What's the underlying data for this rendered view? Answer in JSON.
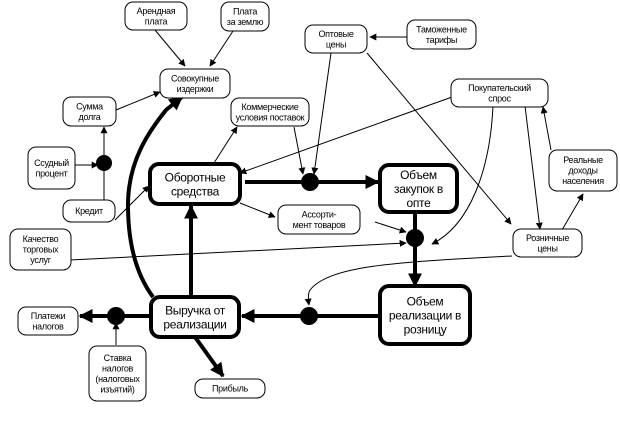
{
  "diagram": {
    "title": "",
    "colors": {
      "line": "#000000",
      "background": "#ffffff"
    },
    "nodes": {
      "arendnaya_plata": {
        "lines": [
          "Арендная",
          "плата"
        ],
        "kind": "small"
      },
      "plata_za_zemlyu": {
        "lines": [
          "Плата",
          "за землю"
        ],
        "kind": "small"
      },
      "sovokupnye_izderzhki": {
        "lines": [
          "Совокупные",
          "издержки"
        ],
        "kind": "small"
      },
      "optovye_tseny": {
        "lines": [
          "Оптовые",
          "цены"
        ],
        "kind": "small"
      },
      "tamozhennye_tarify": {
        "lines": [
          "Таможенные",
          "тарифы"
        ],
        "kind": "small"
      },
      "summa_dolga": {
        "lines": [
          "Сумма",
          "долга"
        ],
        "kind": "small"
      },
      "kommercheskie_usloviya": {
        "lines": [
          "Коммерческие",
          "условия поставок"
        ],
        "kind": "small"
      },
      "pokupatelskiy_spros": {
        "lines": [
          "Покупательский",
          "спрос"
        ],
        "kind": "small"
      },
      "sudnyi_protsent": {
        "lines": [
          "Ссудный",
          "процент"
        ],
        "kind": "small"
      },
      "kredit": {
        "lines": [
          "Кредит"
        ],
        "kind": "small"
      },
      "oborotnye_sredstva": {
        "lines": [
          "Оборотные",
          "средства"
        ],
        "kind": "main"
      },
      "obem_zakupok": {
        "lines": [
          "Объем",
          "закупок в",
          "опте"
        ],
        "kind": "main"
      },
      "assortiment": {
        "lines": [
          "Ассорти-",
          "мент товаров"
        ],
        "kind": "small"
      },
      "realnye_dokhody": {
        "lines": [
          "Реальные",
          "доходы",
          "населения"
        ],
        "kind": "small"
      },
      "kachestvo_uslug": {
        "lines": [
          "Качество",
          "торговых",
          "услуг"
        ],
        "kind": "small"
      },
      "roznichnye_tseny": {
        "lines": [
          "Розничные",
          "цены"
        ],
        "kind": "small"
      },
      "vyruchka": {
        "lines": [
          "Выручка от",
          "реализации"
        ],
        "kind": "main"
      },
      "obem_realizatsii": {
        "lines": [
          "Объем",
          "реализации в",
          "розницу"
        ],
        "kind": "main"
      },
      "platezhi_nalogov": {
        "lines": [
          "Платежи",
          "налогов"
        ],
        "kind": "small"
      },
      "stavka_nalogov": {
        "lines": [
          "Ставка",
          "налогов",
          "(налоговых",
          "изъятий)"
        ],
        "kind": "small"
      },
      "pribyl": {
        "lines": [
          "Прибыль"
        ],
        "kind": "small"
      }
    },
    "edges": [
      {
        "from": "arendnaya_plata",
        "to": "sovokupnye_izderzhki",
        "weight": "thin"
      },
      {
        "from": "plata_za_zemlyu",
        "to": "sovokupnye_izderzhki",
        "weight": "thin"
      },
      {
        "from": "summa_dolga",
        "to": "sovokupnye_izderzhki",
        "weight": "thin"
      },
      {
        "from": "tamozhennye_tarify",
        "to": "optovye_tseny",
        "weight": "thin"
      },
      {
        "from": "junction_credit",
        "to": "summa_dolga",
        "weight": "thin"
      },
      {
        "from": "sudnyi_protsent",
        "to": "junction_credit",
        "weight": "thin"
      },
      {
        "from": "kredit",
        "to": "junction_credit",
        "weight": "thin"
      },
      {
        "from": "oborotnye_sredstva",
        "to": "kommercheskie_usloviya",
        "weight": "thin"
      },
      {
        "from": "kommercheskie_usloviya",
        "to": "junction_purchase",
        "weight": "thin"
      },
      {
        "from": "optovye_tseny",
        "to": "junction_purchase",
        "weight": "thin"
      },
      {
        "from": "oborotnye_sredstva",
        "to": "junction_purchase",
        "weight": "thick"
      },
      {
        "from": "junction_purchase",
        "to": "obem_zakupok",
        "weight": "thick"
      },
      {
        "from": "pokupatelskiy_spros",
        "to": "oborotnye_sredstva",
        "weight": "thin"
      },
      {
        "from": "oborotnye_sredstva",
        "to": "assortiment",
        "weight": "thin"
      },
      {
        "from": "assortiment",
        "to": "junction_retail",
        "weight": "thin"
      },
      {
        "from": "kachestvo_uslug",
        "to": "junction_retail",
        "weight": "thin"
      },
      {
        "from": "pokupatelskiy_spros",
        "to": "junction_retail",
        "weight": "thin"
      },
      {
        "from": "obem_zakupok",
        "to": "junction_retail",
        "weight": "thick"
      },
      {
        "from": "junction_retail",
        "to": "obem_realizatsii",
        "weight": "thick"
      },
      {
        "from": "optovye_tseny",
        "to": "roznichnye_tseny",
        "weight": "thin"
      },
      {
        "from": "pokupatelskiy_spros",
        "to": "roznichnye_tseny",
        "weight": "thin"
      },
      {
        "from": "roznichnye_tseny",
        "to": "realnye_dokhody",
        "weight": "thin"
      },
      {
        "from": "realnye_dokhody",
        "to": "pokupatelskiy_spros",
        "weight": "thin"
      },
      {
        "from": "roznichnye_tseny",
        "to": "junction_revenue",
        "weight": "thin"
      },
      {
        "from": "obem_realizatsii",
        "to": "vyruchka",
        "weight": "thick"
      },
      {
        "from": "vyruchka",
        "to": "oborotnye_sredstva",
        "weight": "thick"
      },
      {
        "from": "vyruchka",
        "to": "sovokupnye_izderzhki",
        "weight": "thick"
      },
      {
        "from": "vyruchka",
        "to": "pribyl",
        "weight": "thick"
      },
      {
        "from": "vyruchka",
        "to": "platezhi_nalogov",
        "weight": "thick"
      },
      {
        "from": "stavka_nalogov",
        "to": "junction_tax",
        "weight": "thin"
      },
      {
        "from": "kredit",
        "to": "oborotnye_sredstva",
        "weight": "thin"
      }
    ]
  }
}
